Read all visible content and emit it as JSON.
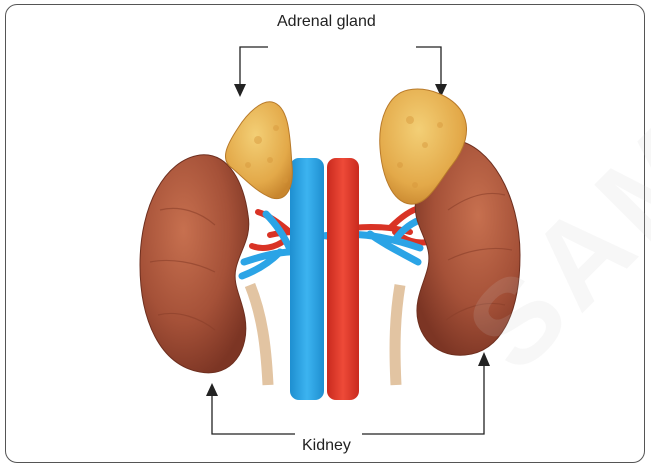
{
  "labels": {
    "top": "Adrenal gland",
    "bottom": "Kidney"
  },
  "watermark": "SAMPLE",
  "colors": {
    "kidney": "#a7553c",
    "adrenal": "#e9b54a",
    "vein": "#2ba4e6",
    "artery": "#e53a2a",
    "ureter": "#e6cdb0"
  }
}
